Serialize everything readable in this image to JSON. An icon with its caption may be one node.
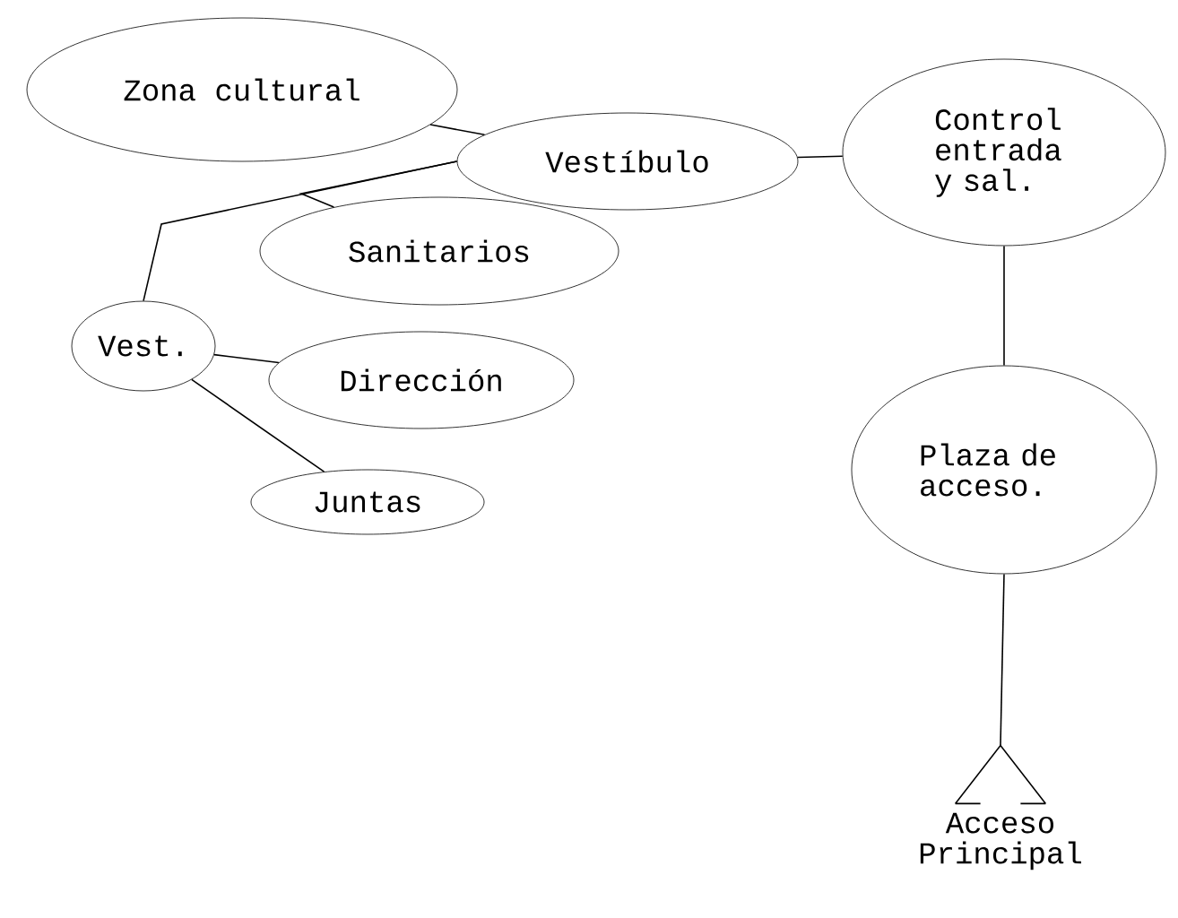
{
  "diagram": {
    "nodes": [
      {
        "text": [
          "Zona cultural"
        ]
      },
      {
        "text": [
          "Vestíbulo"
        ]
      },
      {
        "text": [
          "Control entrada y sal."
        ]
      },
      {
        "text": [
          "Sanitarios"
        ]
      },
      {
        "text": [
          "Vest."
        ]
      },
      {
        "text": [
          "Dirección"
        ]
      },
      {
        "text": [
          "Juntas"
        ]
      },
      {
        "text": [
          "Plaza de acceso."
        ]
      },
      {
        "text": [],
        "shape": "triangle",
        "beside": [
          "Acceso Principal"
        ]
      }
    ],
    "edges": [
      {
        "from": 0,
        "to": 1,
        "arrow": "none"
      },
      {
        "from": 1,
        "to": 2,
        "arrow": "none"
      },
      {
        "from": 1,
        "to": 4,
        "arrow": "none"
      },
      {
        "from": 1,
        "to": 3,
        "arrow": "none"
      },
      {
        "from": 4,
        "to": 5,
        "arrow": "none"
      },
      {
        "from": 4,
        "to": 6,
        "arrow": "none"
      },
      {
        "from": 2,
        "to": 7,
        "arrow": "none"
      },
      {
        "from": 7,
        "to": 8,
        "arrow": "none"
      }
    ]
  }
}
